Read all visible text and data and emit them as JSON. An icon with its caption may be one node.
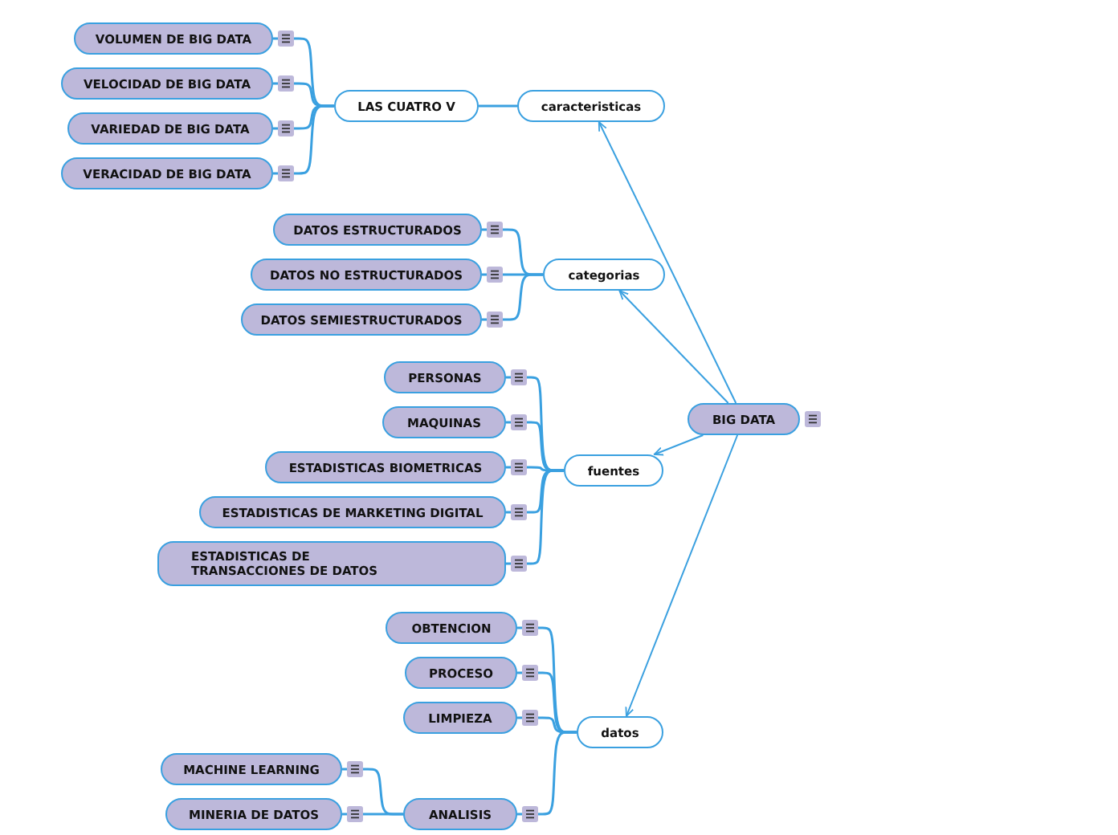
{
  "diagram": {
    "nodes": [
      {
        "text": [
          "BIG DATA"
        ]
      },
      {
        "text": [
          "caracteristicas"
        ]
      },
      {
        "text": [
          "LAS CUATRO V"
        ]
      },
      {
        "text": [
          "VOLUMEN DE BIG DATA"
        ]
      },
      {
        "text": [
          "VELOCIDAD DE BIG DATA"
        ]
      },
      {
        "text": [
          "VARIEDAD DE BIG DATA"
        ]
      },
      {
        "text": [
          "VERACIDAD DE BIG DATA"
        ]
      },
      {
        "text": [
          "categorias"
        ]
      },
      {
        "text": [
          "DATOS ESTRUCTURADOS"
        ]
      },
      {
        "text": [
          "DATOS NO ESTRUCTURADOS"
        ]
      },
      {
        "text": [
          "DATOS SEMIESTRUCTURADOS"
        ]
      },
      {
        "text": [
          "fuentes"
        ]
      },
      {
        "text": [
          "PERSONAS"
        ]
      },
      {
        "text": [
          "MAQUINAS"
        ]
      },
      {
        "text": [
          "ESTADISTICAS BIOMETRICAS"
        ]
      },
      {
        "text": [
          "ESTADISTICAS DE MARKETING DIGITAL"
        ]
      },
      {
        "text": [
          "ESTADISTICAS DE TRANSACCIONES DE DATOS"
        ]
      },
      {
        "text": [
          "datos"
        ]
      },
      {
        "text": [
          "OBTENCION"
        ]
      },
      {
        "text": [
          "PROCESO"
        ]
      },
      {
        "text": [
          "LIMPIEZA"
        ]
      },
      {
        "text": [
          "MACHINE LEARNING"
        ]
      },
      {
        "text": [
          "MINERIA DE DATOS"
        ]
      },
      {
        "text": [
          "ANALISIS"
        ]
      }
    ],
    "edges": [
      {
        "from": 0,
        "to": 1,
        "arrow": "to"
      },
      {
        "from": 0,
        "to": 7,
        "arrow": "to"
      },
      {
        "from": 0,
        "to": 11,
        "arrow": "to"
      },
      {
        "from": 0,
        "to": 17,
        "arrow": "to"
      },
      {
        "from": 1,
        "to": 2,
        "arrow": "none"
      },
      {
        "from": 2,
        "to": 3,
        "arrow": "none"
      },
      {
        "from": 2,
        "to": 4,
        "arrow": "none"
      },
      {
        "from": 2,
        "to": 5,
        "arrow": "none"
      },
      {
        "from": 2,
        "to": 6,
        "arrow": "none"
      },
      {
        "from": 7,
        "to": 8,
        "arrow": "none"
      },
      {
        "from": 7,
        "to": 9,
        "arrow": "none"
      },
      {
        "from": 7,
        "to": 10,
        "arrow": "none"
      },
      {
        "from": 11,
        "to": 12,
        "arrow": "none"
      },
      {
        "from": 11,
        "to": 13,
        "arrow": "none"
      },
      {
        "from": 11,
        "to": 14,
        "arrow": "none"
      },
      {
        "from": 11,
        "to": 15,
        "arrow": "none"
      },
      {
        "from": 11,
        "to": 16,
        "arrow": "none"
      },
      {
        "from": 17,
        "to": 18,
        "arrow": "none"
      },
      {
        "from": 17,
        "to": 19,
        "arrow": "none"
      },
      {
        "from": 17,
        "to": 20,
        "arrow": "none"
      },
      {
        "from": 17,
        "to": 23,
        "arrow": "none"
      },
      {
        "from": 23,
        "to": 21,
        "arrow": "none"
      },
      {
        "from": 23,
        "to": 22,
        "arrow": "none"
      }
    ]
  }
}
